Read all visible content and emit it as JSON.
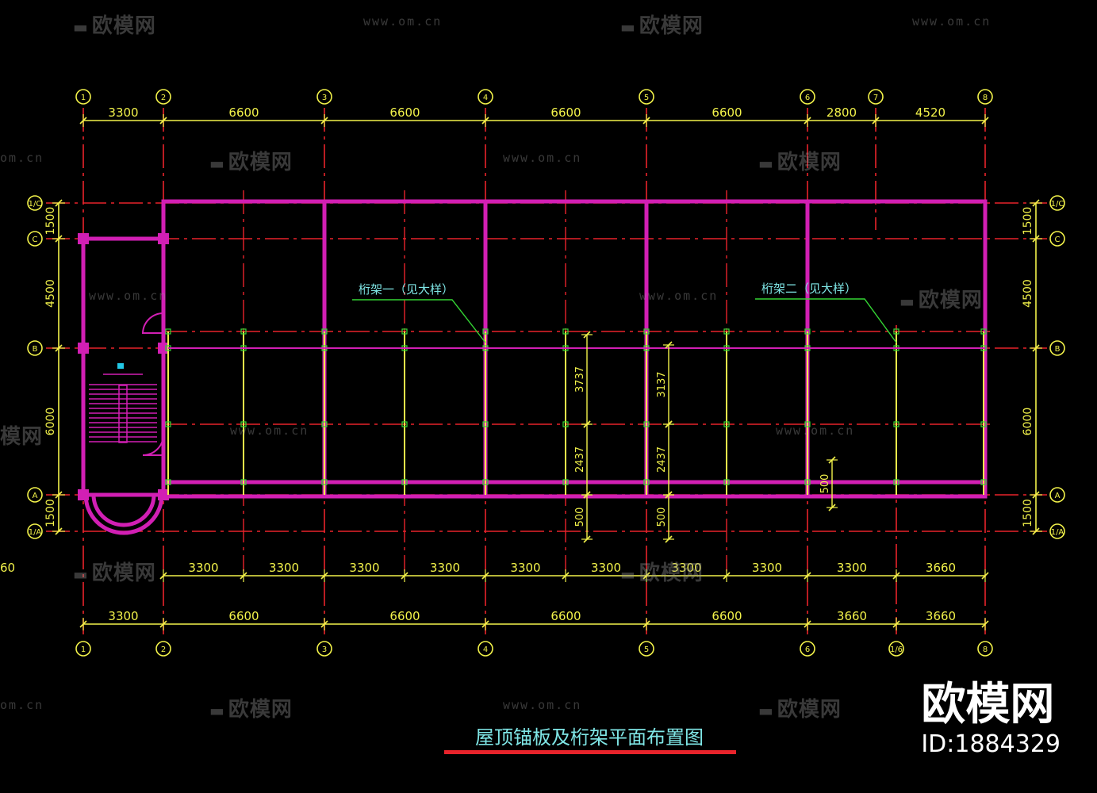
{
  "drawing": {
    "title": "屋顶锚板及桁架平面布置图",
    "colors": {
      "background": "#000000",
      "axis": "#e8232b",
      "wall": "#d21fb4",
      "dimension": "#f2f24a",
      "label": "#7fe6e6",
      "leader": "#34d634",
      "bubble": "#f2f24a"
    },
    "top_axes": [
      "1",
      "2",
      "3",
      "4",
      "5",
      "6",
      "7",
      "8"
    ],
    "bottom_axes": [
      "1",
      "2",
      "3",
      "4",
      "5",
      "6",
      "1/6",
      "8"
    ],
    "left_axes": [
      "1/C",
      "C",
      "B",
      "A",
      "1/A"
    ],
    "right_axes": [
      "1/C",
      "C",
      "B",
      "A",
      "1/A"
    ],
    "top_dims": [
      "3300",
      "6600",
      "6600",
      "6600",
      "6600",
      "2800",
      "4520"
    ],
    "bottom_dims_inner": [
      "3300",
      "3300",
      "3300",
      "3300",
      "3300",
      "3300",
      "3300",
      "3300",
      "3300",
      "3660",
      "3660"
    ],
    "bottom_dims_outer": [
      "3300",
      "6600",
      "6600",
      "6600",
      "6600",
      "3660",
      "3660"
    ],
    "left_dims": [
      "1500",
      "4500",
      "6000",
      "1500"
    ],
    "right_dims": [
      "1500",
      "4500",
      "6000",
      "1500"
    ],
    "inner_dims": [
      "3737",
      "2437",
      "500",
      "3137",
      "2437",
      "500",
      "500"
    ],
    "annotations": [
      {
        "text": "桁架一（见大样）"
      },
      {
        "text": "桁架二（见大样）"
      }
    ]
  },
  "watermark": {
    "logo_text": "欧模网",
    "url_text": "www.om.cn",
    "partial_url": "om.cn",
    "partial_logo": "模网"
  },
  "brand": {
    "name": "欧模网",
    "id": "ID:1884329"
  }
}
